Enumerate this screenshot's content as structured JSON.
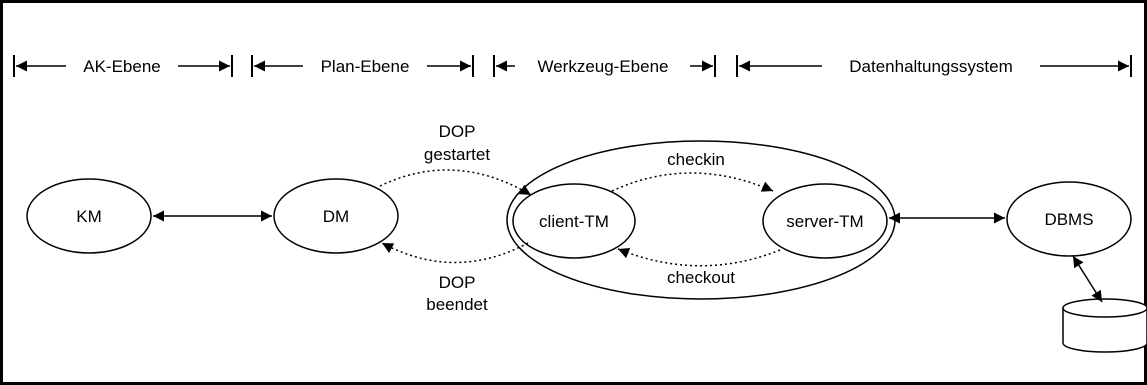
{
  "levels": {
    "ak": "AK-Ebene",
    "plan": "Plan-Ebene",
    "werkzeug": "Werkzeug-Ebene",
    "daten": "Datenhaltungssystem"
  },
  "nodes": {
    "km": "KM",
    "dm": "DM",
    "client_tm": "client-TM",
    "server_tm": "server-TM",
    "dbms": "DBMS"
  },
  "flows": {
    "dop_start_line1": "DOP",
    "dop_start_line2": "gestartet",
    "dop_end_line1": "DOP",
    "dop_end_line2": "beendet",
    "checkin": "checkin",
    "checkout": "checkout"
  }
}
